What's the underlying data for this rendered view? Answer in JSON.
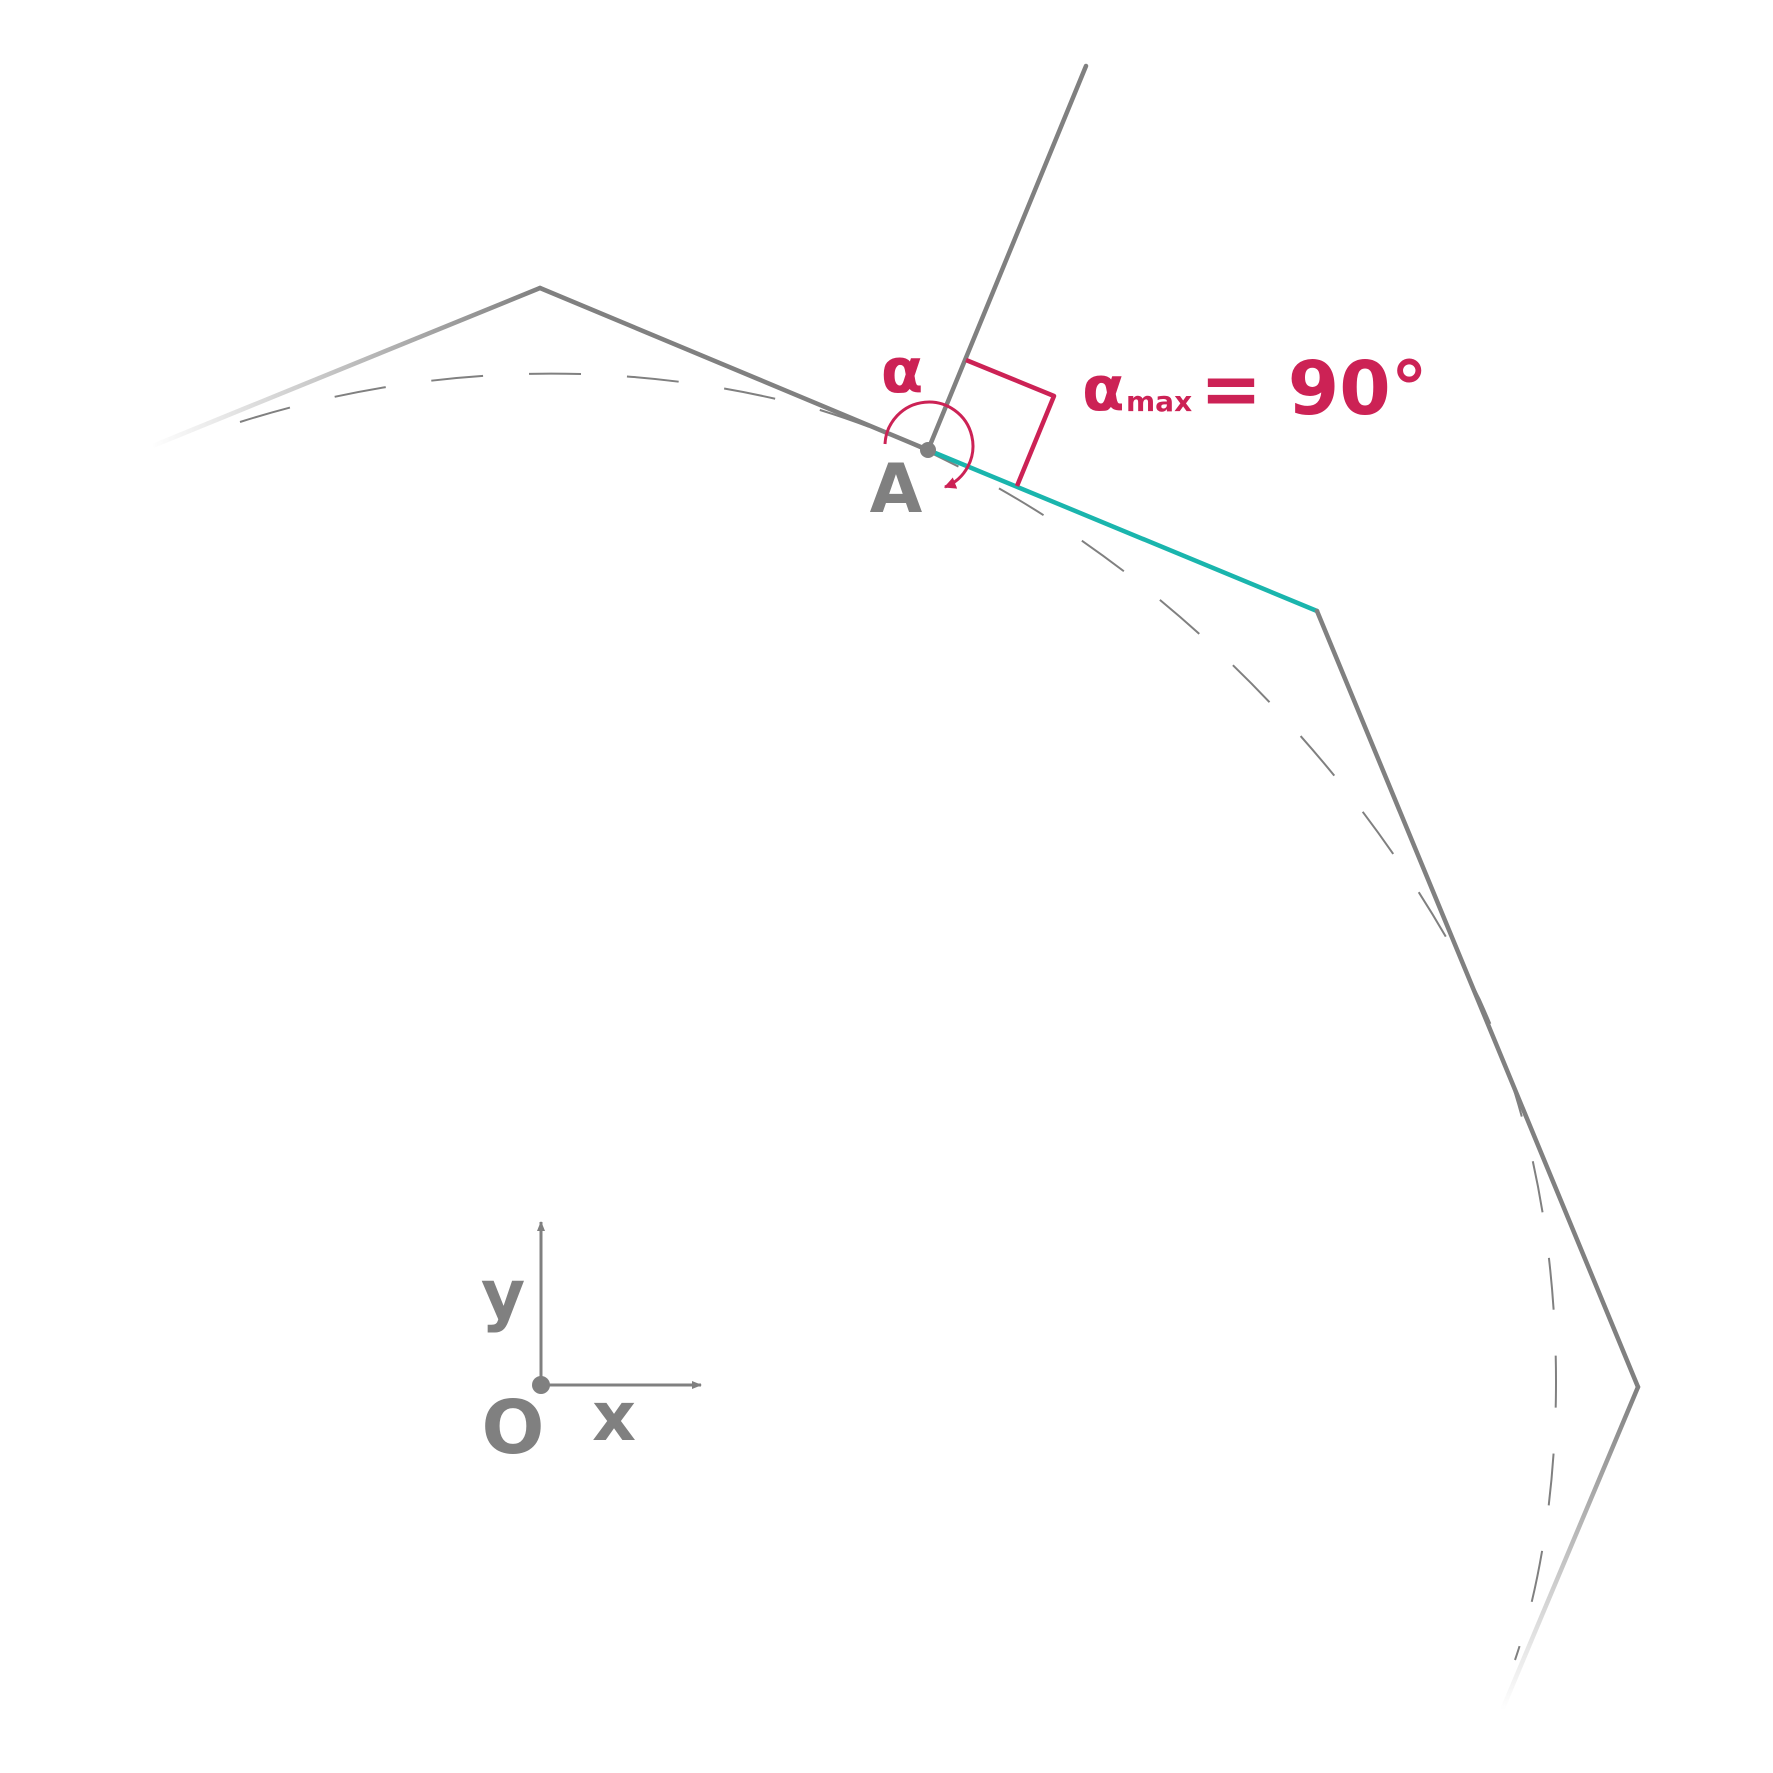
{
  "labels": {
    "point_a": "A",
    "origin": "O",
    "axis_x": "x",
    "axis_y": "y",
    "alpha": "α",
    "alpha_max_symbol": "α",
    "alpha_max_subscript": "max",
    "alpha_max_value": "= 90°"
  },
  "colors": {
    "polygon": "#808080",
    "highlight_edge": "#1ab5ad",
    "angle_marks": "#cc2255",
    "dashed_curve": "#808080"
  }
}
